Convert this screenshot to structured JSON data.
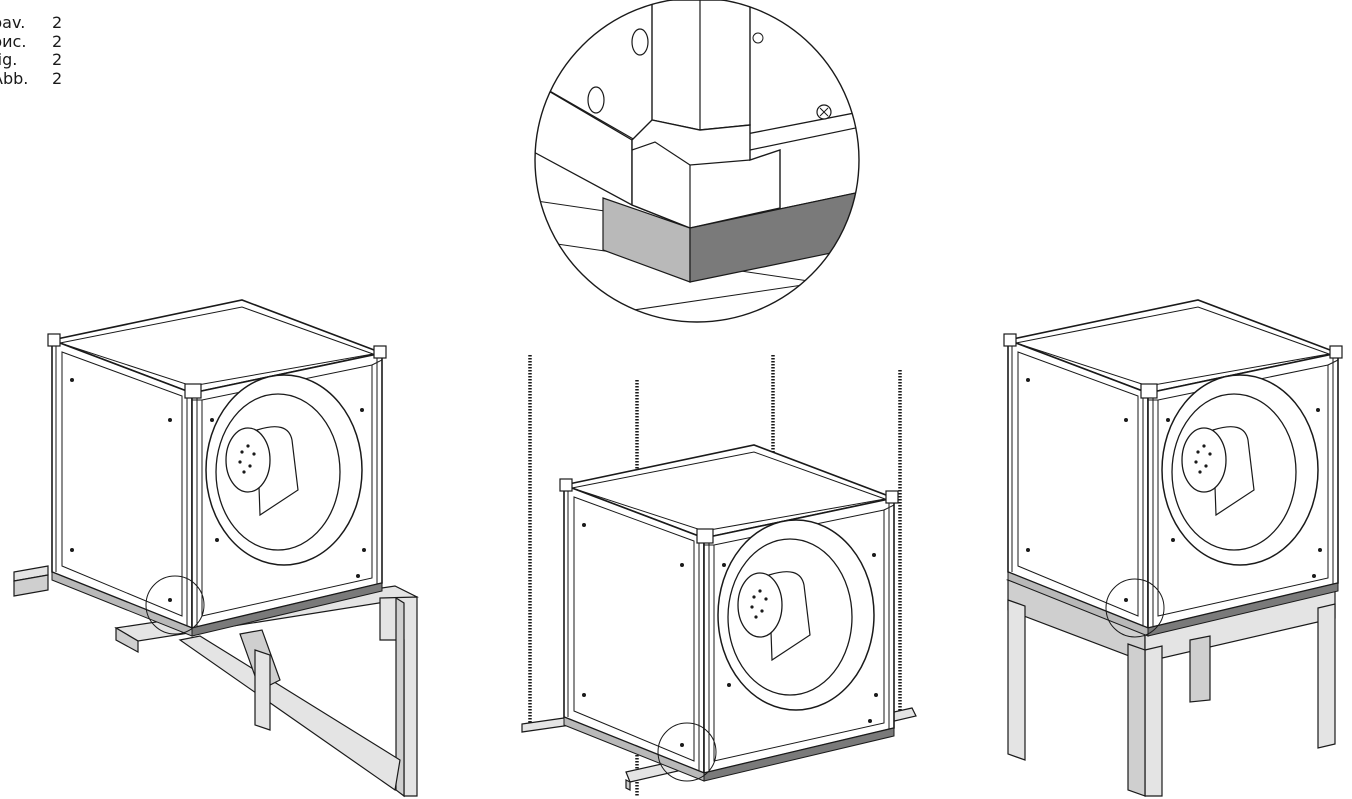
{
  "figure_labels": [
    {
      "word": "pav.",
      "number": "2"
    },
    {
      "word": "рис.",
      "number": "2"
    },
    {
      "word": "fig.",
      "number": "2"
    },
    {
      "word": "Abb.",
      "number": "2"
    }
  ],
  "mounting_options": [
    {
      "name": "wall-bracket",
      "description_visible": false
    },
    {
      "name": "ceiling-rods",
      "description_visible": false
    },
    {
      "name": "floor-stand",
      "description_visible": false
    }
  ],
  "colors": {
    "line": "#1a1a1a",
    "panel": "#ffffff",
    "steel": "#e4e4e4",
    "steel_dark": "#cfcfcf",
    "pad_light": "#b9b9b9",
    "pad_dark": "#7a7a7a"
  }
}
